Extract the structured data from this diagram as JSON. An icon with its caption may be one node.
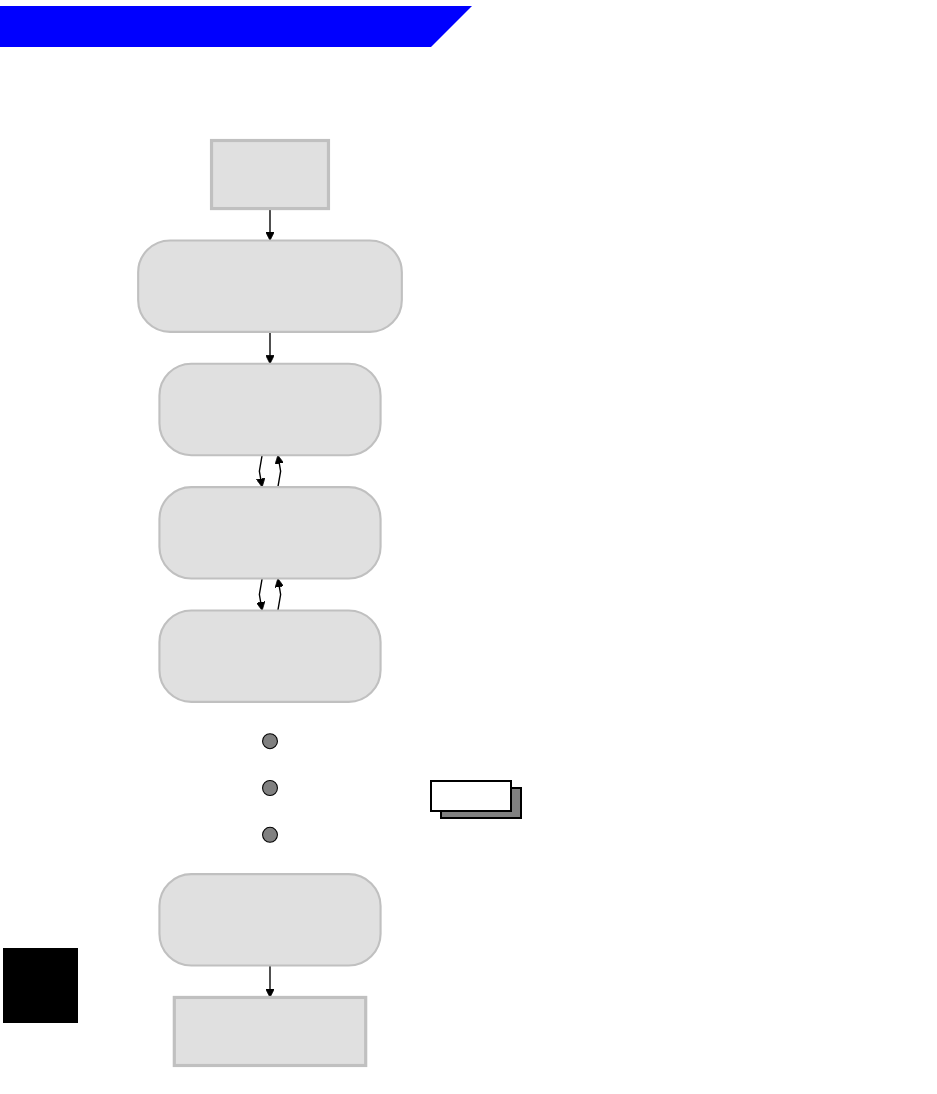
{
  "diagram": {
    "nodes": [
      {
        "text": [],
        "shape": "box"
      },
      {
        "text": [],
        "shape": "box"
      },
      {
        "text": [],
        "shape": "box"
      },
      {
        "text": [],
        "shape": "box"
      },
      {
        "text": [],
        "shape": "box"
      },
      {
        "text": [],
        "shape": "circle"
      },
      {
        "text": [],
        "shape": "circle"
      },
      {
        "text": [],
        "shape": "circle"
      },
      {
        "text": [],
        "shape": "box"
      },
      {
        "text": [],
        "shape": "box"
      }
    ],
    "edges": [
      {
        "from": 0,
        "to": 1,
        "arrow": "to"
      },
      {
        "from": 1,
        "to": 2,
        "arrow": "to"
      },
      {
        "from": 3,
        "to": 2,
        "arrow": "to"
      },
      {
        "from": 2,
        "to": 3,
        "arrow": "to"
      },
      {
        "from": 4,
        "to": 3,
        "arrow": "to"
      },
      {
        "from": 3,
        "to": 4,
        "arrow": "to"
      },
      {
        "from": 8,
        "to": 9,
        "arrow": "to"
      }
    ]
  }
}
